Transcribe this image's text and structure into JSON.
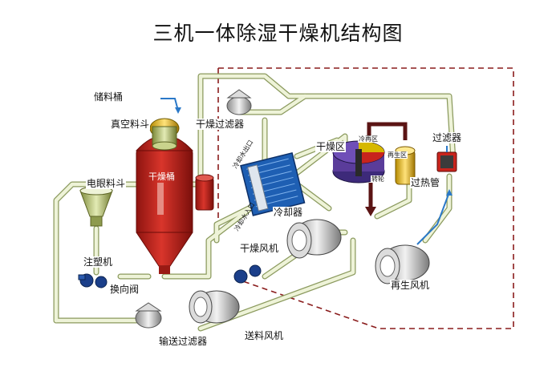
{
  "title": "三机一体除湿干燥机结构图",
  "labels": {
    "storage_bin": "储料桶",
    "vacuum_hopper": "真空料斗",
    "dry_filter": "干燥过滤器",
    "dry_tank": "干燥桶",
    "eye_hopper": "电眼料斗",
    "injection_machine": "注塑机",
    "switch_valve": "换向阀",
    "conveying_filter": "输送过滤器",
    "conveying_fan": "送料风机",
    "dry_fan": "干燥风机",
    "cooler": "冷却器",
    "cooling_water_out": "冷却水出口",
    "cooling_water_in": "冷却水入口",
    "dry_zone": "干燥区",
    "cold_zone": "冷再区",
    "regen_zone": "再生区",
    "rotor": "转轮",
    "filter": "过滤器",
    "superheater": "过热管",
    "regen_fan": "再生风机"
  },
  "colors": {
    "pipe": "#eef3d8",
    "pipe_edge": "#8b9a5e",
    "tank_red": "#c8241d",
    "blue_flow": "#2a78c8",
    "dashed_border": "#8a1c1c",
    "cooler_blue": "#1e5fb3"
  }
}
